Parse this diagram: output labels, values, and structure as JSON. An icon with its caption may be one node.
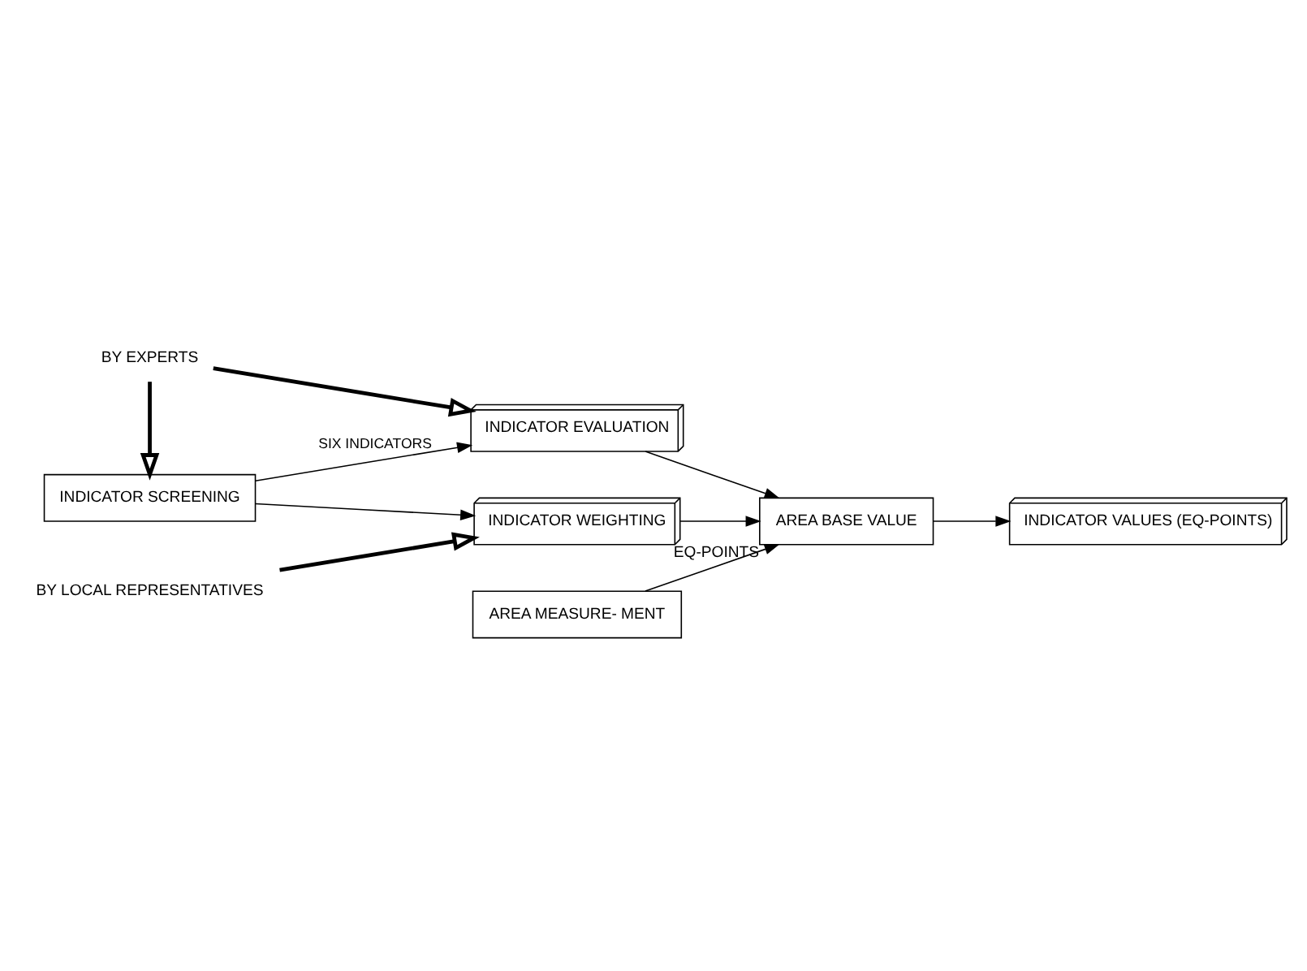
{
  "diagram": {
    "nodes": [
      {
        "text": [
          "INDICATOR SCREENING"
        ]
      },
      {
        "text": [
          "BY EXPERTS"
        ]
      },
      {
        "text": [
          "INDICATOR EVALUATION"
        ]
      },
      {
        "text": [
          "INDICATOR WEIGHTING"
        ]
      },
      {
        "text": [
          "AREA MEASURE- MENT"
        ]
      },
      {
        "text": [
          "AREA BASE VALUE"
        ],
        "beside": [
          "EQ-POINTS"
        ]
      },
      {
        "text": [
          "INDICATOR VALUES (EQ-POINTS)"
        ]
      },
      {
        "text": [
          "BY LOCAL REPRESENTATIVES"
        ]
      }
    ],
    "edges": [
      {
        "from": 1,
        "to": 0,
        "arrow": "to",
        "style": "thick"
      },
      {
        "from": 1,
        "to": 2,
        "arrow": "to",
        "style": "thick"
      },
      {
        "from": 0,
        "to": 2,
        "arrow": "to",
        "label": "SIX INDICATORS"
      },
      {
        "from": 0,
        "to": 3,
        "arrow": "to"
      },
      {
        "from": 7,
        "to": 3,
        "arrow": "to",
        "style": "thick"
      },
      {
        "from": 2,
        "to": 5,
        "arrow": "to"
      },
      {
        "from": 3,
        "to": 5,
        "arrow": "to"
      },
      {
        "from": 4,
        "to": 5,
        "arrow": "to"
      },
      {
        "from": 5,
        "to": 6,
        "arrow": "to"
      }
    ]
  }
}
